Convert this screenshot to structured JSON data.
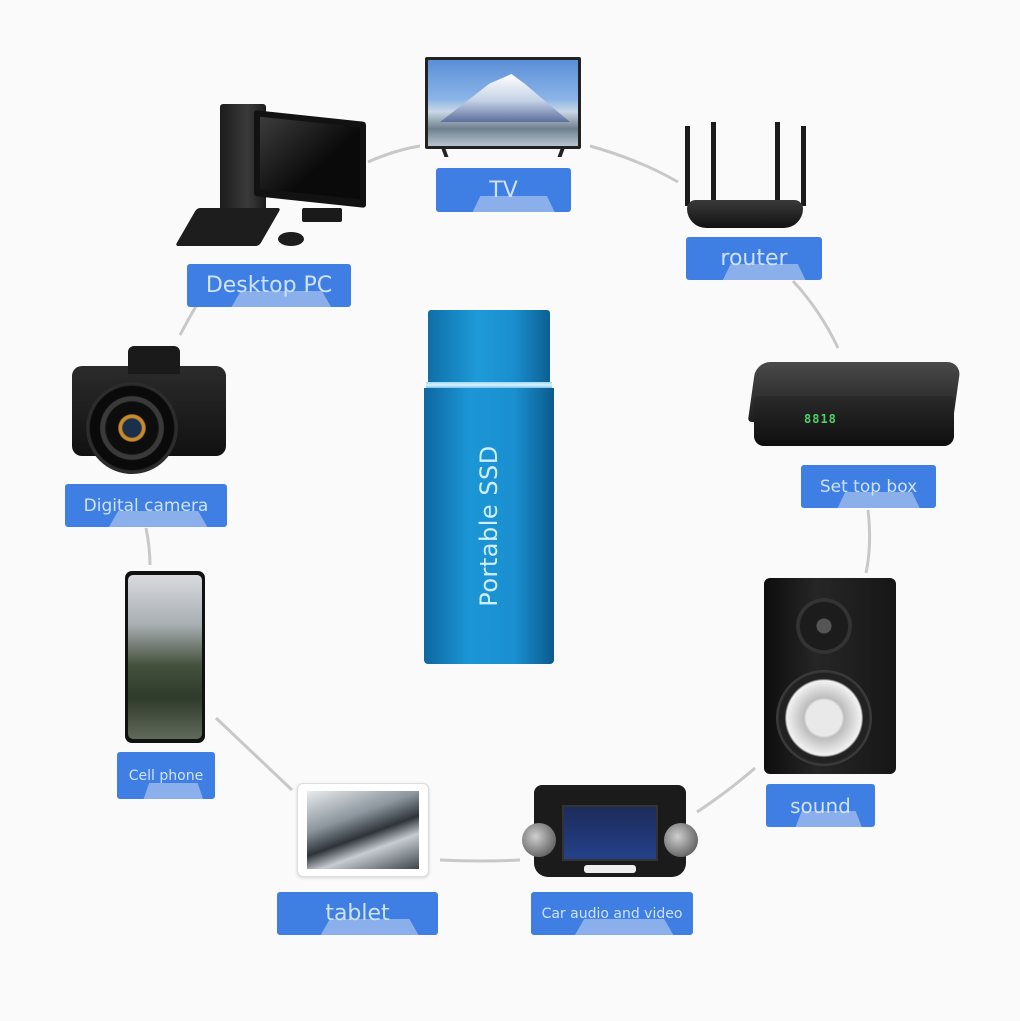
{
  "center_device": {
    "label": "Portable SSD",
    "color": "#1a8fd0"
  },
  "devices": [
    {
      "id": "tv",
      "label": "TV"
    },
    {
      "id": "router",
      "label": "router"
    },
    {
      "id": "set-top-box",
      "label": "Set top box"
    },
    {
      "id": "sound",
      "label": "sound"
    },
    {
      "id": "car-audio",
      "label": "Car audio and video"
    },
    {
      "id": "tablet",
      "label": "tablet"
    },
    {
      "id": "cell-phone",
      "label": "Cell phone"
    },
    {
      "id": "digital-camera",
      "label": "Digital camera"
    },
    {
      "id": "desktop-pc",
      "label": "Desktop PC"
    }
  ],
  "colors": {
    "label_bg": "#3f7fe3",
    "label_text": "#cfe2ff",
    "connector": "#c8c8c8"
  },
  "set_top_box_display": "8818"
}
